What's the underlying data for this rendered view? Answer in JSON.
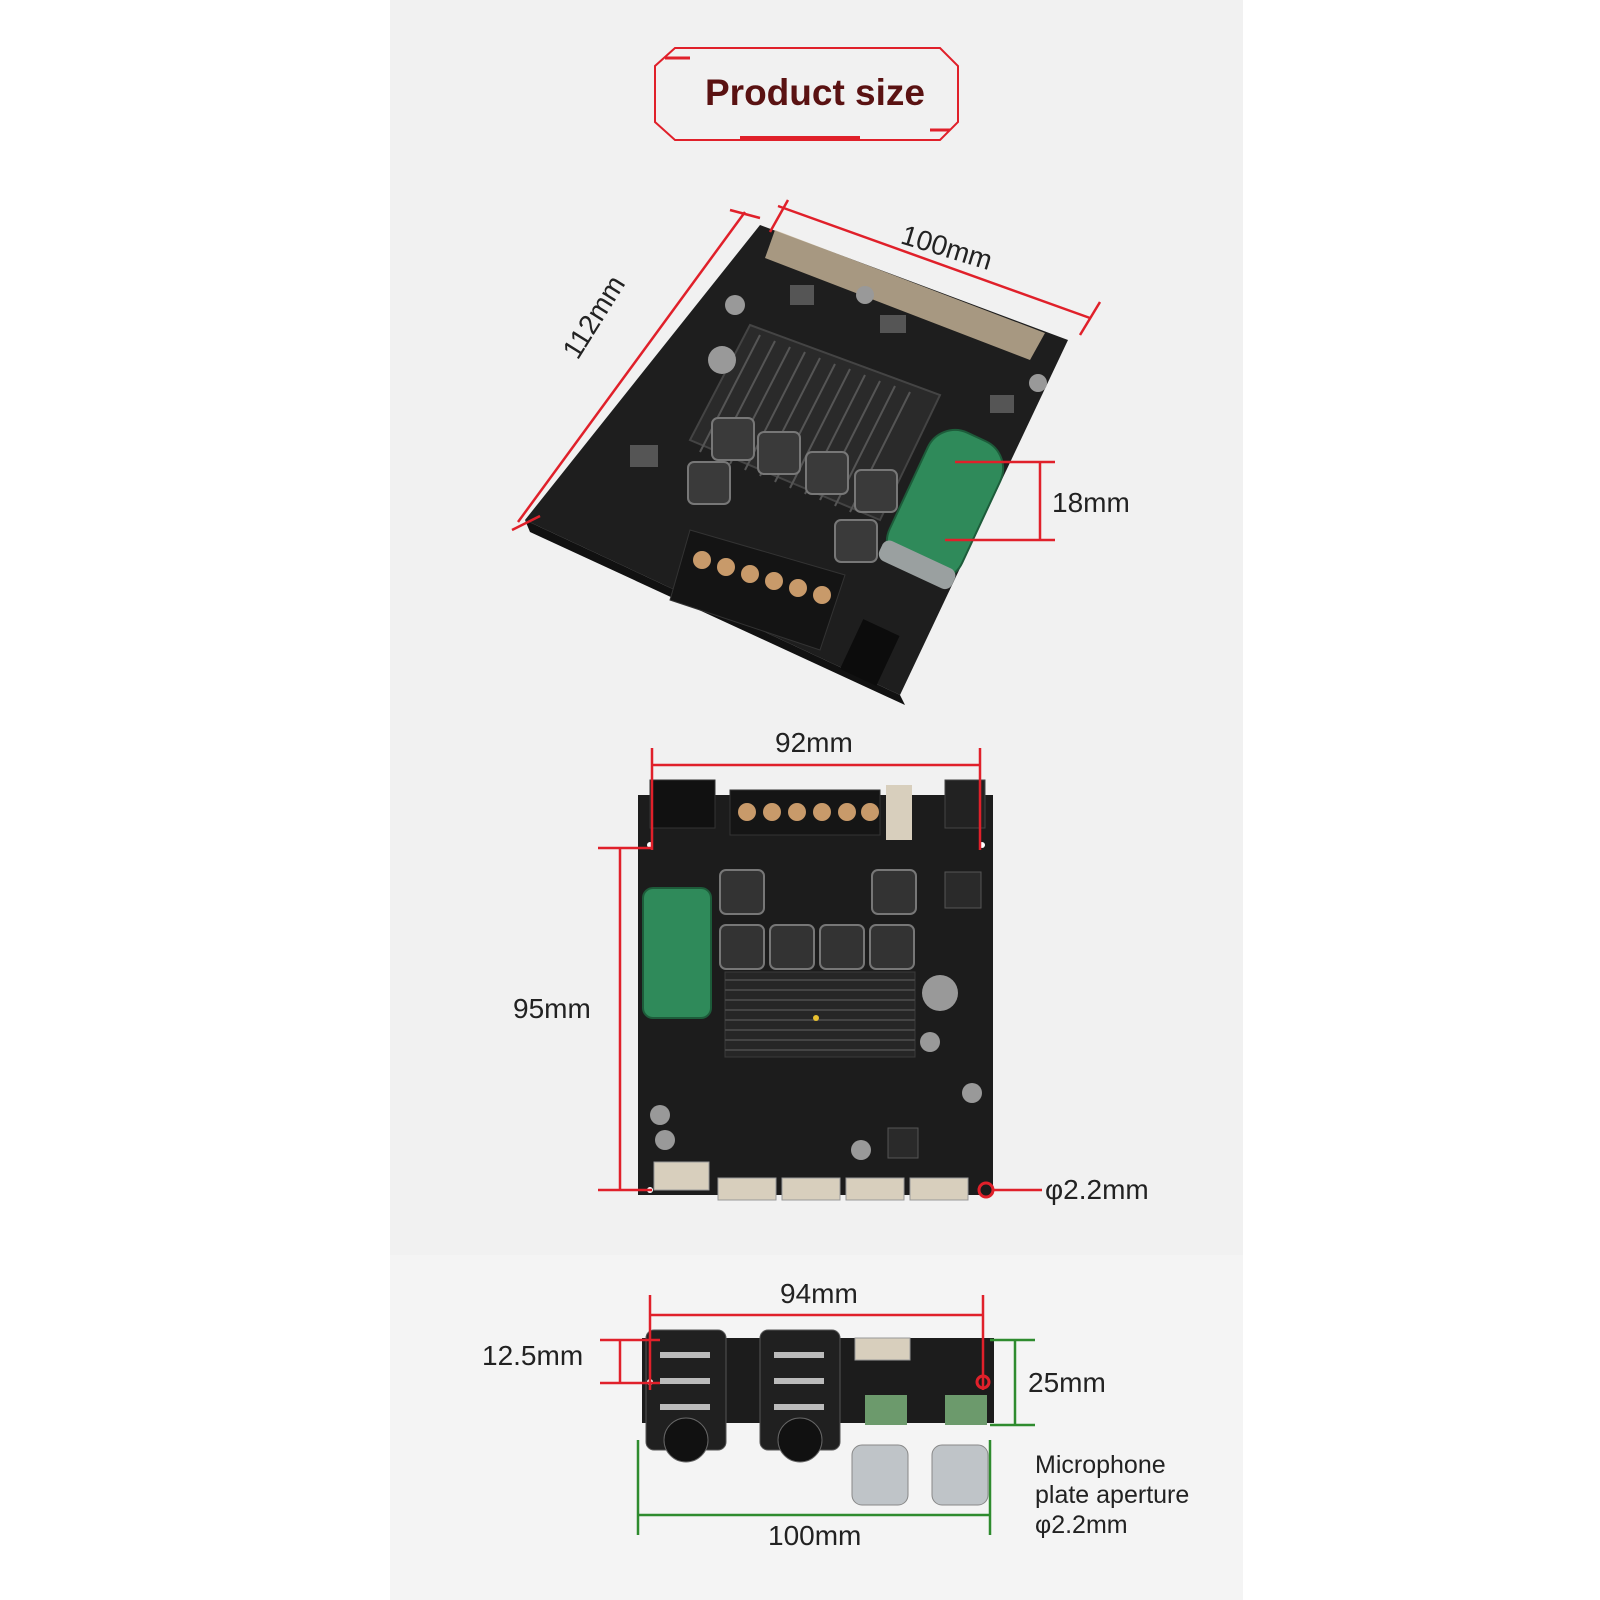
{
  "title": "Product size",
  "view1": {
    "width_label": "100mm",
    "length_label": "112mm",
    "height_label": "18mm"
  },
  "view2": {
    "width_label": "92mm",
    "height_label": "95mm",
    "hole_label": "φ2.2mm"
  },
  "view3": {
    "hole_span_label": "94mm",
    "offset_label": "12.5mm",
    "height_label": "25mm",
    "width_label": "100mm",
    "note_lines": [
      "Microphone",
      "plate aperture",
      "φ2.2mm"
    ]
  },
  "colors": {
    "accent_red": "#e0202a",
    "title_text": "#5a1212",
    "pcb": "#1e1e1e",
    "capacitor": "#2f8a5a",
    "measure_green": "#2e8b2e"
  }
}
